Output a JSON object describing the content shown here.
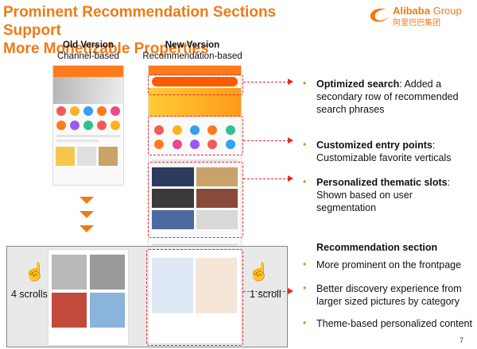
{
  "slide": {
    "title_line1": "Prominent Recommendation Sections Support",
    "title_line2": "More Monetizable Properties",
    "page_number": "7"
  },
  "logo": {
    "brand": "Alibaba",
    "group": "Group",
    "chinese": "阿里巴巴集团",
    "color": "#f07a16"
  },
  "old_version": {
    "title": "Old Version",
    "subtitle": "Channel-based",
    "scrolls_label": "4 scrolls"
  },
  "new_version": {
    "title": "New Version",
    "subtitle": "Recommendation-based",
    "scrolls_label": "1 scroll"
  },
  "callouts": [
    {
      "bold": "Optimized search",
      "text": ": Added a secondary row of recommended search phrases"
    },
    {
      "bold": "Customized entry points",
      "text": ": Customizable favorite verticals"
    },
    {
      "bold": "Personalized thematic slots",
      "text": ": Shown based on user segmentation"
    }
  ],
  "recommendation": {
    "heading": "Recommendation section",
    "items": [
      "More prominent on the frontpage",
      "Better discovery experience from larger sized pictures by category",
      "Theme-based personalized content"
    ]
  },
  "colors": {
    "accent": "#f07a16",
    "highlight": "#e8262a",
    "panel": "#e9e9e9"
  },
  "icons": {
    "bullet": "•",
    "hand": "☝"
  }
}
